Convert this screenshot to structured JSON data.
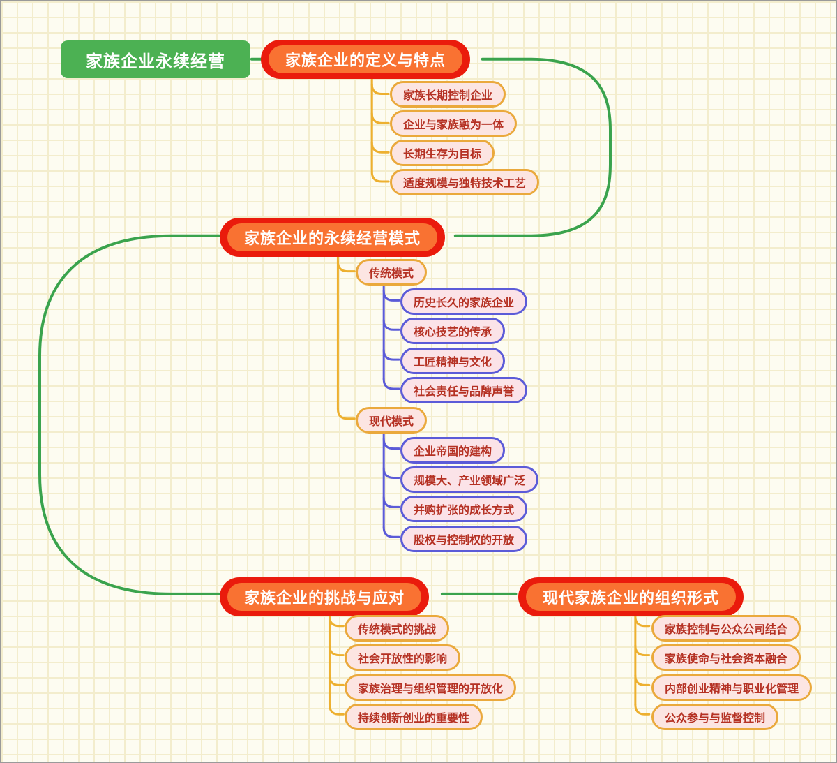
{
  "mindmap": {
    "root": {
      "label": "家族企业永续经营"
    },
    "topics": [
      {
        "label": "家族企业的定义与特点",
        "children": [
          {
            "label": "家族长期控制企业"
          },
          {
            "label": "企业与家族融为一体"
          },
          {
            "label": "长期生存为目标"
          },
          {
            "label": "适度规模与独特技术工艺"
          }
        ]
      },
      {
        "label": "家族企业的永续经营模式",
        "children": [
          {
            "label": "传统模式",
            "children": [
              {
                "label": "历史长久的家族企业"
              },
              {
                "label": "核心技艺的传承"
              },
              {
                "label": "工匠精神与文化"
              },
              {
                "label": "社会责任与品牌声誉"
              }
            ]
          },
          {
            "label": "现代模式",
            "children": [
              {
                "label": "企业帝国的建构"
              },
              {
                "label": "规模大、产业领域广泛"
              },
              {
                "label": "并购扩张的成长方式"
              },
              {
                "label": "股权与控制权的开放"
              }
            ]
          }
        ]
      },
      {
        "label": "家族企业的挑战与应对",
        "children": [
          {
            "label": "传统模式的挑战"
          },
          {
            "label": "社会开放性的影响"
          },
          {
            "label": "家族治理与组织管理的开放化"
          },
          {
            "label": "持续创新创业的重要性"
          }
        ]
      },
      {
        "label": "现代家族企业的组织形式",
        "children": [
          {
            "label": "家族控制与公众公司结合"
          },
          {
            "label": "家族使命与社会资本融合"
          },
          {
            "label": "内部创业精神与职业化管理"
          },
          {
            "label": "公众参与与监督控制"
          }
        ]
      }
    ],
    "palette": {
      "root_bg": "#4cb153",
      "topic_outer": "#ea1b0c",
      "topic_inner": "#f97232",
      "leaf_bg_pink": "#fce5e2",
      "border_gold": "#eaa93c",
      "border_purple": "#5b5bd8",
      "leaf_text": "#b53123",
      "line_green": "#3aa34d",
      "line_gold": "#edb02f",
      "line_purple": "#5b5bd8",
      "canvas_bg": "#fdfcf1"
    }
  }
}
